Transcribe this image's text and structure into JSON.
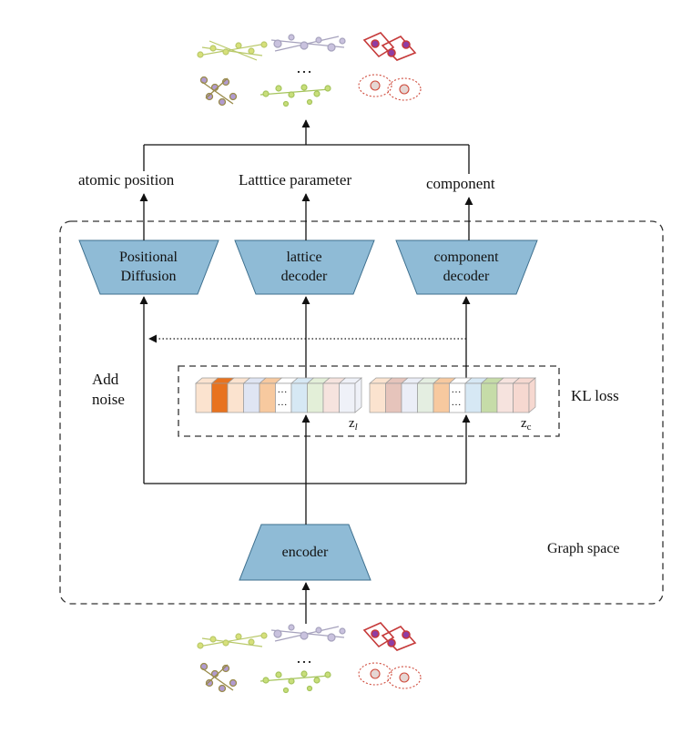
{
  "outputs": {
    "atomic_position": "atomic position",
    "lattice_parameter": "Latttice parameter",
    "component": "component"
  },
  "modules": {
    "positional_diffusion": [
      "Positional",
      "Diffusion"
    ],
    "lattice_decoder": [
      "lattice",
      "decoder"
    ],
    "component_decoder": [
      "component",
      "decoder"
    ],
    "encoder": "encoder"
  },
  "labels": {
    "add_noise": [
      "Add",
      "noise"
    ],
    "kl_loss": "KL loss",
    "graph_space": "Graph space",
    "z_l": "z",
    "z_l_sub": "l",
    "z_c": "z",
    "z_c_sub": "c",
    "ellipsis": "…"
  },
  "colors": {
    "module_fill": "#8fbbd6",
    "module_stroke": "#3d6f8e",
    "arrow": "#111111",
    "cells_left": [
      "#fbe3cf",
      "#e8731f",
      "#fbe3cf",
      "#dfe5f3",
      "#f7c99f",
      "#ffffff",
      "#d6e8f4",
      "#e3efd8",
      "#f6e3de",
      "#eff1f8"
    ],
    "cells_right": [
      "#fbe3cf",
      "#e6c4bb",
      "#ebeef7",
      "#e4eee1",
      "#f7c99f",
      "#ffffff",
      "#d6e8f4",
      "#c6dca8",
      "#f6e3de",
      "#f6d8d0"
    ]
  }
}
